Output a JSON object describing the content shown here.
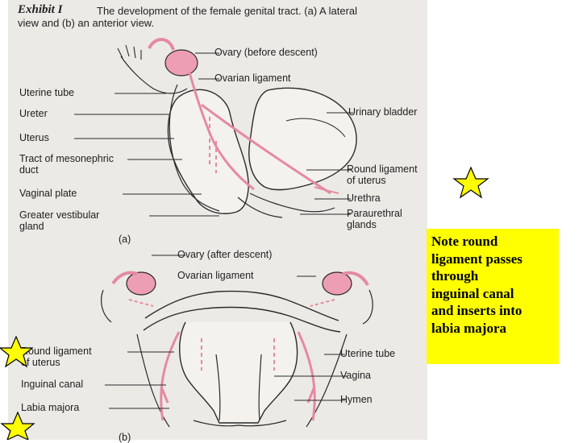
{
  "exhibit": {
    "tag": "Exhibit I",
    "caption_line1": "The development of the female genital tract. (a) A lateral",
    "caption_line2": "view and (b) an anterior view."
  },
  "figure_a": {
    "panel_label": "(a)",
    "labels": {
      "ovary_before": "Ovary (before descent)",
      "ovarian_ligament": "Ovarian ligament",
      "uterine_tube": "Uterine tube",
      "ureter": "Ureter",
      "uterus": "Uterus",
      "mesonephric_1": "Tract of mesonephric",
      "mesonephric_2": "duct",
      "vaginal_plate": "Vaginal plate",
      "vestibular_1": "Greater vestibular",
      "vestibular_2": "gland",
      "urinary_bladder": "Urinary bladder",
      "round_lig_1": "Round ligament",
      "round_lig_2": "of uterus",
      "urethra": "Urethra",
      "paraurethral_1": "Paraurethral",
      "paraurethral_2": "glands"
    }
  },
  "figure_b": {
    "panel_label": "(b)",
    "labels": {
      "ovary_after": "Ovary (after descent)",
      "ovarian_ligament": "Ovarian ligament",
      "round_lig_1": "Round ligament",
      "round_lig_2": "of uterus",
      "inguinal_canal": "Inguinal canal",
      "labia_majora": "Labia majora",
      "uterine_tube": "Uterine tube",
      "vagina": "Vagina",
      "hymen": "Hymen"
    }
  },
  "note": {
    "text": "Note round\nligament passes\nthrough\ninguinal canal\nand inserts into\nlabia majora",
    "background": "#ffff00"
  },
  "stars": {
    "fill": "#ffff00",
    "stroke": "#000000"
  },
  "colors": {
    "tissue_pink": "#e58aa0",
    "ovary_pink": "#ee9eb4",
    "line": "#2a2a2a"
  }
}
